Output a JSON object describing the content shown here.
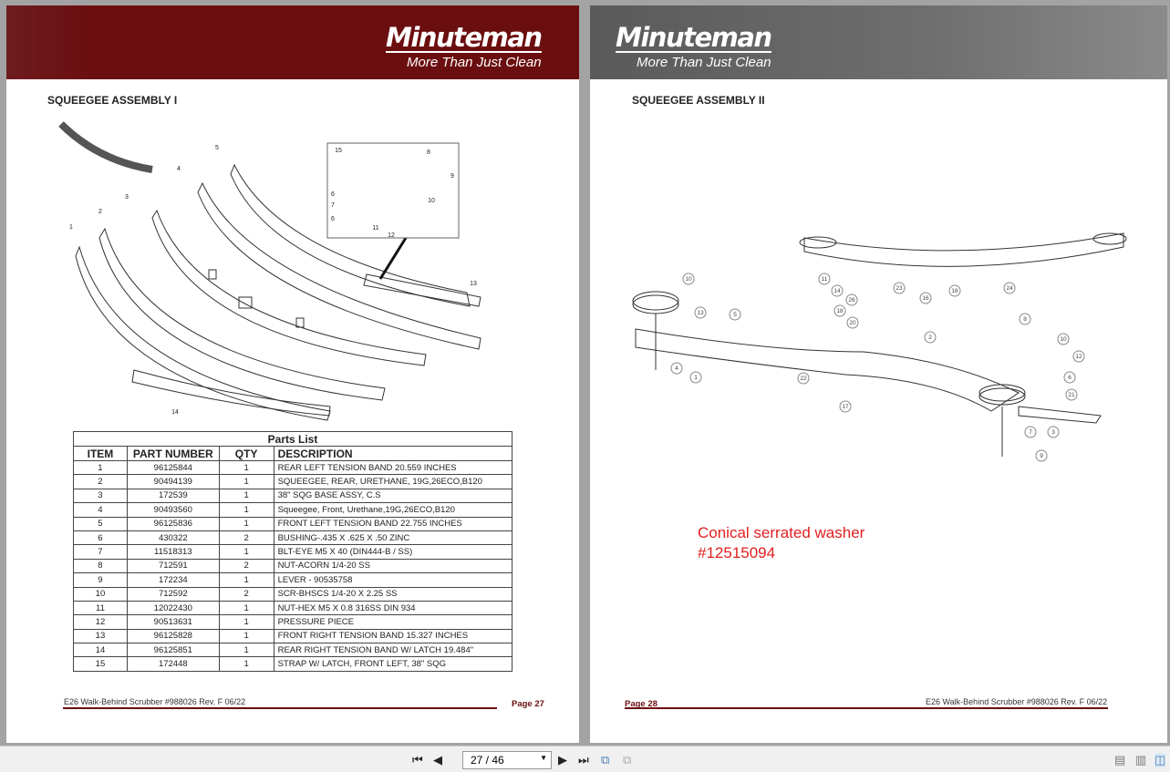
{
  "brand": {
    "name": "Minuteman",
    "tagline": "More Than Just Clean",
    "colors": {
      "primary": "#6b0e10",
      "secondary": "#6f6f6f"
    }
  },
  "left_page": {
    "title": "SQUEEGEE ASSEMBLY I",
    "callouts": [
      "1",
      "2",
      "3",
      "4",
      "5",
      "13",
      "14"
    ],
    "inset_callouts": [
      "15",
      "8",
      "9",
      "6",
      "7",
      "6",
      "10",
      "11",
      "12"
    ],
    "parts_list": {
      "caption": "Parts List",
      "headers": [
        "ITEM",
        "PART NUMBER",
        "QTY",
        "DESCRIPTION"
      ],
      "rows": [
        [
          "1",
          "96125844",
          "1",
          "REAR LEFT TENSION BAND 20.559 INCHES"
        ],
        [
          "2",
          "90494139",
          "1",
          "SQUEEGEE, REAR, URETHANE, 19G,26ECO,B120"
        ],
        [
          "3",
          "172539",
          "1",
          "38\" SQG BASE ASSY, C.S"
        ],
        [
          "4",
          "90493560",
          "1",
          "Squeegee, Front, Urethane,19G,26ECO,B120"
        ],
        [
          "5",
          "96125836",
          "1",
          "FRONT LEFT TENSION BAND 22.755 INCHES"
        ],
        [
          "6",
          "430322",
          "2",
          "BUSHING-.435 X .625 X .50 ZINC"
        ],
        [
          "7",
          "11518313",
          "1",
          "BLT-EYE M5 X 40 (DIN444-B / SS)"
        ],
        [
          "8",
          "712591",
          "2",
          "NUT-ACORN 1/4-20 SS"
        ],
        [
          "9",
          "172234",
          "1",
          "LEVER - 90535758"
        ],
        [
          "10",
          "712592",
          "2",
          "SCR-BHSCS 1/4-20 X 2.25 SS"
        ],
        [
          "11",
          "12022430",
          "1",
          "NUT-HEX M5 X 0.8 316SS DIN 934"
        ],
        [
          "12",
          "90513631",
          "1",
          "PRESSURE PIECE"
        ],
        [
          "13",
          "96125828",
          "1",
          "FRONT RIGHT TENSION BAND 15.327 INCHES"
        ],
        [
          "14",
          "96125851",
          "1",
          "REAR RIGHT TENSION BAND W/ LATCH 19.484\""
        ],
        [
          "15",
          "172448",
          "1",
          "STRAP W/ LATCH, FRONT LEFT, 38\" SQG"
        ]
      ]
    },
    "footer": "E26 Walk-Behind Scrubber #988026 Rev. F 06/22",
    "page_label": "Page  27"
  },
  "right_page": {
    "title": "SQUEEGEE ASSEMBLY II",
    "callouts": [
      "10",
      "11",
      "14",
      "26",
      "13",
      "5",
      "18",
      "20",
      "16",
      "2",
      "8",
      "10",
      "12",
      "6",
      "21",
      "7",
      "3",
      "9",
      "17",
      "22",
      "1",
      "4",
      "23",
      "18",
      "24"
    ],
    "note_line1": "Conical serrated washer",
    "note_line2": "#12515094",
    "note_color": "#e21e1e",
    "footer": "E26 Walk-Behind Scrubber #988026 Rev. F 06/22",
    "page_label": "Page  28"
  },
  "toolbar": {
    "page_value": "27 / 46",
    "current_page": 27,
    "total_pages": 46,
    "view_mode": "two-page"
  }
}
